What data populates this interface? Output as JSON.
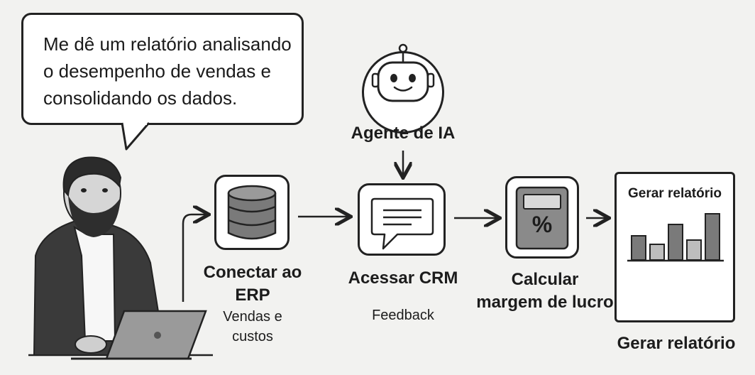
{
  "request": {
    "lines": [
      "Me dê um relatório analisando",
      "o desempenho de vendas e",
      "consolidando os dados."
    ]
  },
  "agent": {
    "label": "Agente de IA",
    "icon": "robot-icon"
  },
  "steps": [
    {
      "title_lines": [
        "Conectar ao",
        "ERP"
      ],
      "sub_lines": [
        "Vendas e",
        "custos"
      ],
      "icon": "database-icon"
    },
    {
      "title_lines": [
        "Acessar CRM"
      ],
      "sub_lines": [
        "Feedback"
      ],
      "icon": "chat-icon"
    },
    {
      "title_lines": [
        "Calcular",
        "margem de lucro"
      ],
      "sub_lines": [],
      "icon": "calculator-icon",
      "calculator_symbol": "%"
    },
    {
      "title_lines": [
        "Gerar relatório"
      ],
      "sub_lines": [],
      "icon": "bar-chart-icon",
      "card_title": "Gerar relatório"
    }
  ],
  "colors": {
    "stroke": "#222222",
    "fill_gray": "#7a7a7a",
    "light_gray": "#bdbdbd",
    "background": "#f2f2f0"
  }
}
